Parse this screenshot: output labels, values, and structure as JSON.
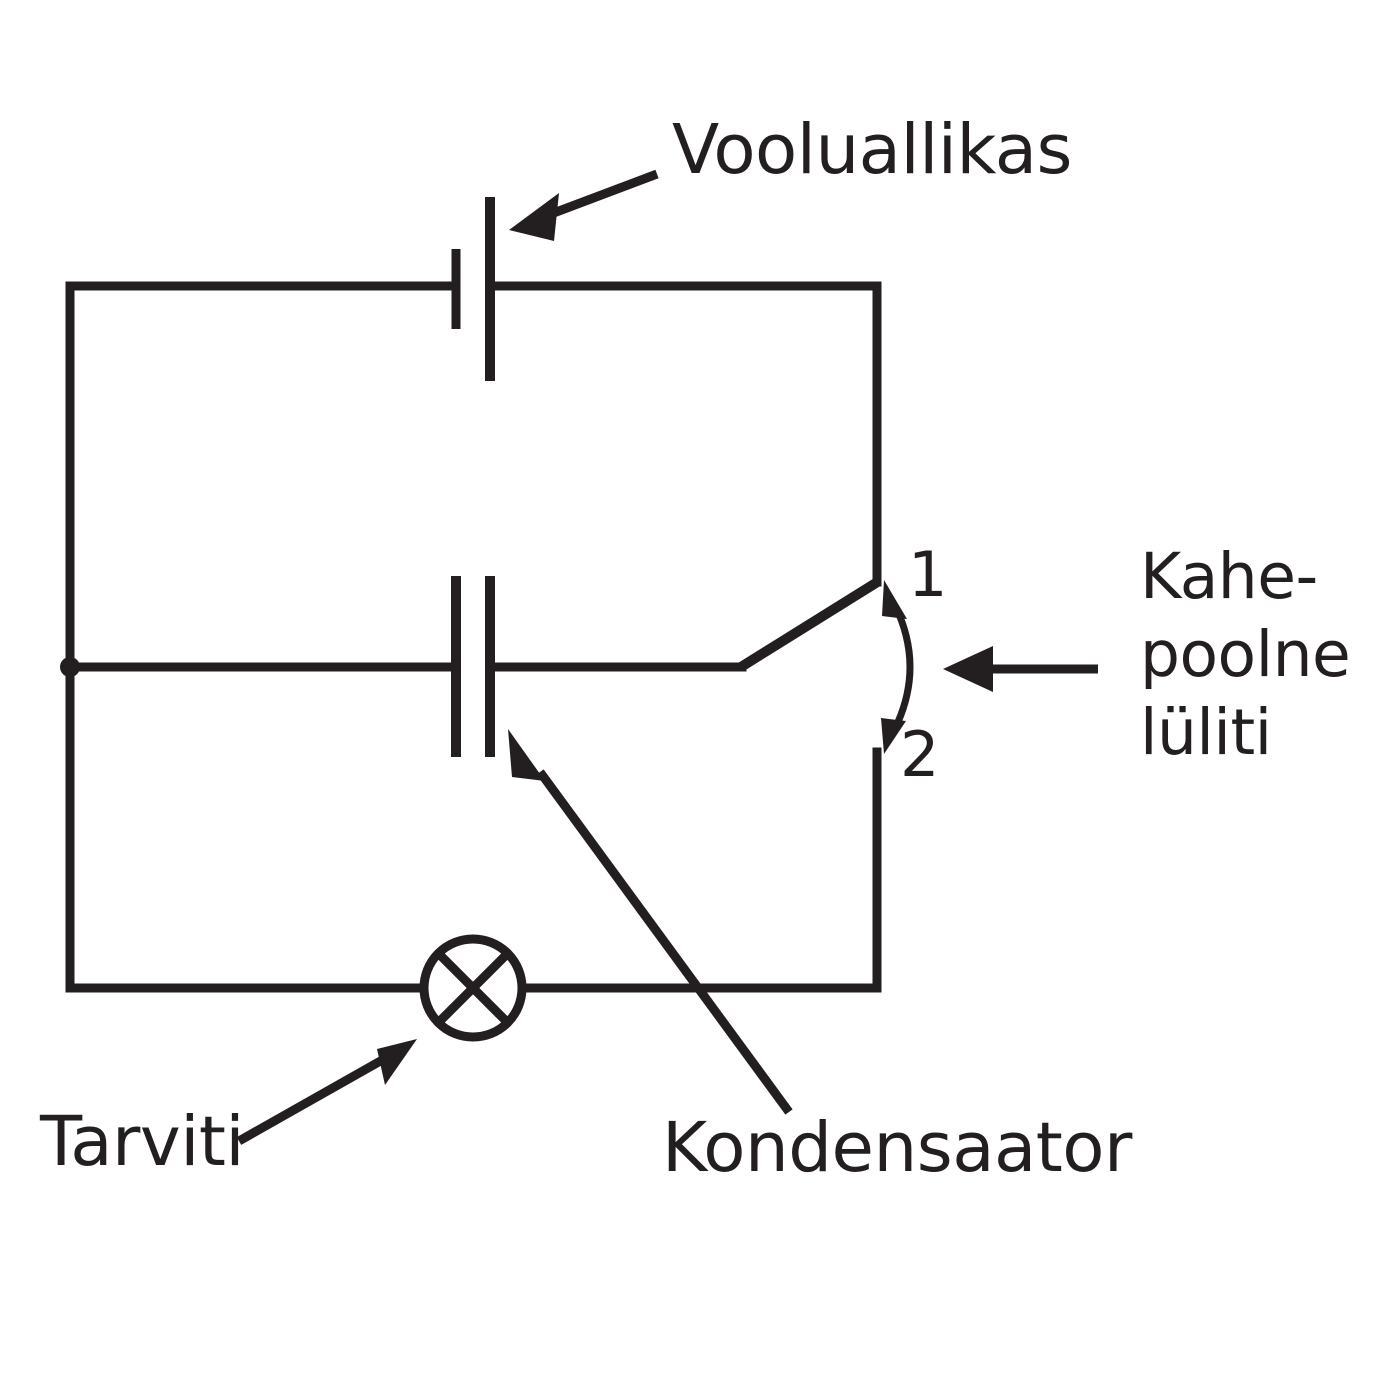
{
  "diagram": {
    "title": "Kahepoolse lülitiga vooluring",
    "language": "et",
    "background_color": "#ffffff",
    "stroke_color": "#231f20",
    "labels": {
      "source": "Vooluallikas",
      "switch_line_1": "Kahe-",
      "switch_line_2": "poolne",
      "switch_line_3": "lüliti",
      "capacitor": "Kondensaator",
      "load": "Tarviti",
      "contact_1": "1",
      "contact_2": "2"
    },
    "components": [
      {
        "id": "voltage-source",
        "name": "Vooluallikas",
        "symbol": "battery-cell",
        "position": "top-branch"
      },
      {
        "id": "capacitor",
        "name": "Kondensaator",
        "symbol": "capacitor-parallel-plates",
        "position": "middle-branch"
      },
      {
        "id": "two-way-switch",
        "name": "Kahe-poolne lüliti",
        "symbol": "spdt-switch",
        "position": "middle-branch-right",
        "selected_contact": "1",
        "contacts": [
          "1",
          "2"
        ]
      },
      {
        "id": "lamp",
        "name": "Tarviti",
        "symbol": "lamp-crossed-circle",
        "position": "bottom-branch"
      }
    ]
  }
}
